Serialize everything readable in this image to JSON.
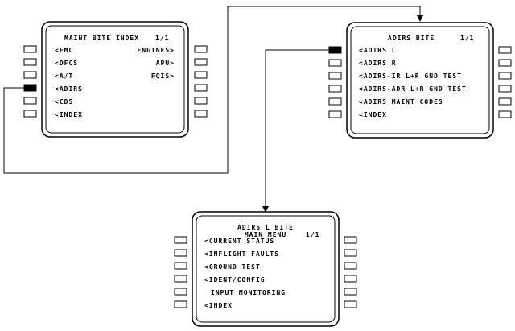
{
  "maint_bite_index": {
    "title": "MAINT BITE INDEX",
    "page": "1/1",
    "left": [
      "<FMC",
      "<DFCS",
      "<A/T",
      "<ADIRS",
      "<CDS",
      "<INDEX"
    ],
    "right": [
      "ENGINES>",
      "APU>",
      "FQIS>"
    ]
  },
  "adirs_bite": {
    "title": "ADIRS BITE",
    "page": "1/1",
    "left": [
      "<ADIRS L",
      "<ADIRS R",
      "<ADIRS-IR L+R GND TEST",
      "<ADIRS-ADR L+R GND TEST",
      "<ADIRS MAINT CODES",
      "<INDEX"
    ]
  },
  "adirs_l_bite": {
    "title_line1": "ADIRS L BITE",
    "title_line2": "MAIN MENU",
    "page": "1/1",
    "left": [
      "<CURRENT STATUS",
      "<INFLIGHT FAULTS",
      "<GROUND TEST",
      "<IDENT/CONFIG",
      "INPUT MONITORING",
      "<INDEX"
    ]
  }
}
